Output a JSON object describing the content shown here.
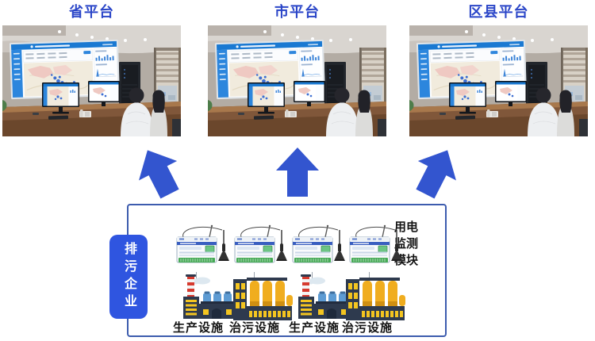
{
  "diagram": {
    "platforms": [
      {
        "label": "省平台"
      },
      {
        "label": "市平台"
      },
      {
        "label": "区县平台"
      }
    ],
    "enterprise": {
      "side_label": "排污企业",
      "module_label": "用电监测模块",
      "facility_labels": [
        {
          "label": "生产设施"
        },
        {
          "label": "治污设施"
        },
        {
          "label": "生产设施"
        },
        {
          "label": "治污设施"
        }
      ]
    },
    "icons": {
      "up_arrow": "up-arrow",
      "power_module": "power-monitoring-module",
      "production_facility": "factory-production",
      "treatment_facility": "factory-treatment",
      "control_room_photo": "control-room-dashboard-photo"
    },
    "colors": {
      "title_text": "#2b46c8",
      "arrow_blue": "#3355cf",
      "box_border": "#3d5cae",
      "side_label_bg": "#2f55e0",
      "side_label_text": "#ffffff",
      "facility_label_text": "#141414",
      "dashboard_header_blue": "#1a79d2"
    }
  }
}
